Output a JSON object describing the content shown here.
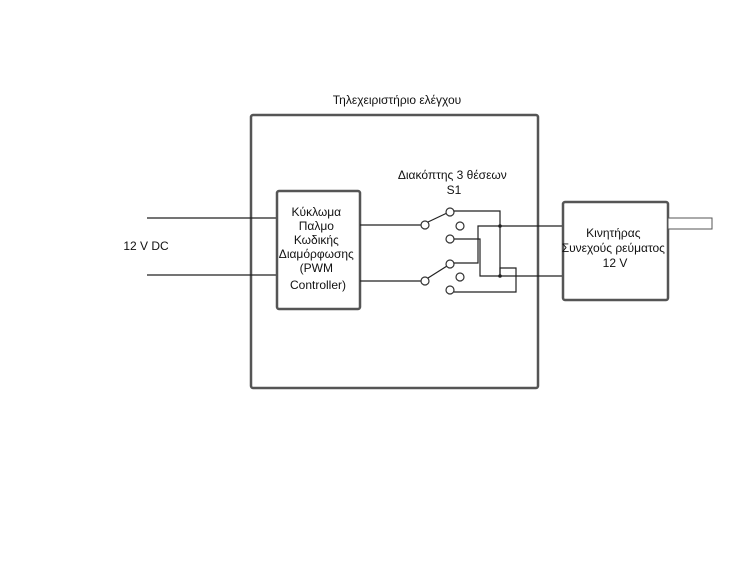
{
  "diagram": {
    "remote_title": "Τηλεχειριστήριο ελέγχου",
    "power_label": "12 V DC",
    "pwm_lines": [
      "Κύκλωμα",
      "Παλμο",
      "Κωδικής",
      "Διαμόρφωσης",
      "(PWM",
      "Controller)"
    ],
    "switch_lines": [
      "Διακόπτης 3 θέσεων",
      "S1"
    ],
    "motor_lines": [
      "Κινητήρας",
      "Συνεχούς ρεύματος",
      "12 V"
    ]
  }
}
